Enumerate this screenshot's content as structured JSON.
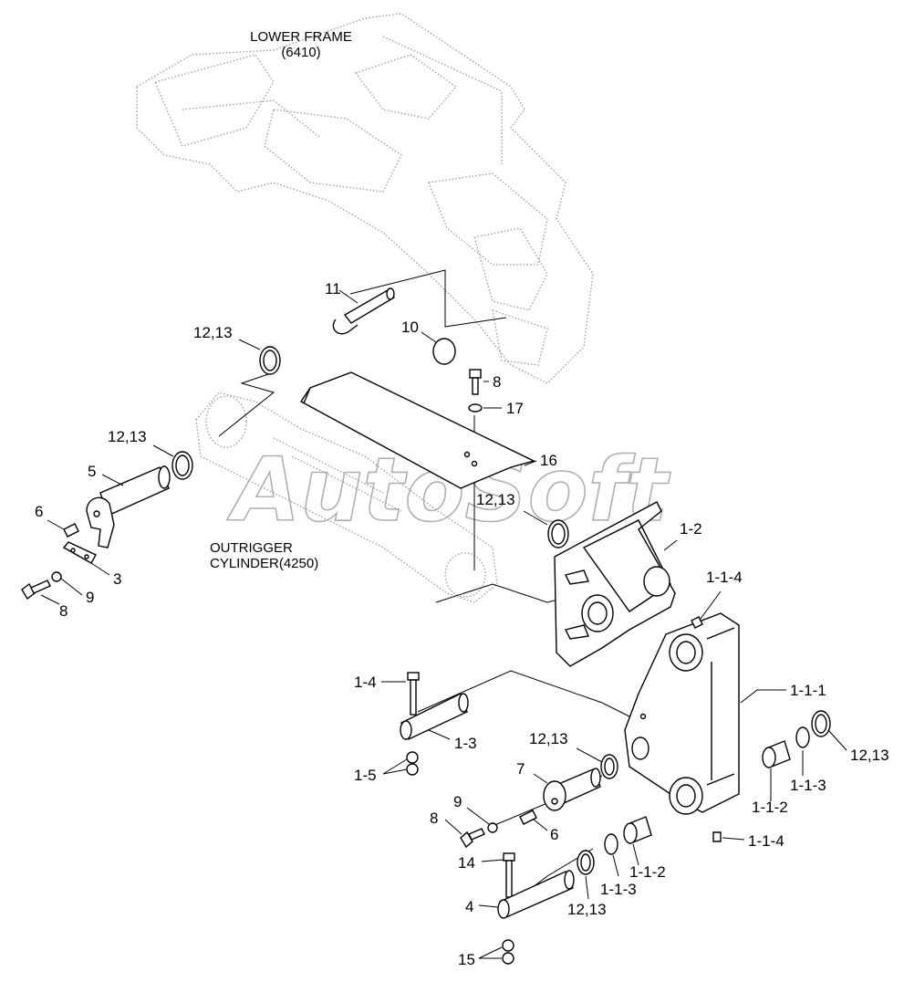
{
  "watermark": "AutoSoft",
  "assemblies": {
    "lower_frame": [
      "LOWER FRAME",
      "(6410)"
    ],
    "outrigger_cylinder": [
      "OUTRIGGER",
      "CYLINDER(4250)"
    ]
  },
  "callouts": {
    "p11": "11",
    "p10": "10",
    "p12_13_a": "12,13",
    "p8_a": "8",
    "p17": "17",
    "p12_13_b": "12,13",
    "p16": "16",
    "p5": "5",
    "p12_13_c": "12,13",
    "p6_a": "6",
    "p1_2": "1-2",
    "p3": "3",
    "p9_a": "9",
    "p8_b": "8",
    "p1_1_4_a": "1-1-4",
    "p1_4": "1-4",
    "p1_1_1": "1-1-1",
    "p1_3": "1-3",
    "p12_13_d": "12,13",
    "p12_13_e": "12,13",
    "p7": "7",
    "p1_5": "1-5",
    "p1_1_3_a": "1-1-3",
    "p1_1_2_a": "1-1-2",
    "p9_b": "9",
    "p8_c": "8",
    "p6_b": "6",
    "p1_1_4_b": "1-1-4",
    "p14": "14",
    "p1_1_2_b": "1-1-2",
    "p1_1_3_b": "1-1-3",
    "p4": "4",
    "p12_13_f": "12,13",
    "p15": "15"
  }
}
